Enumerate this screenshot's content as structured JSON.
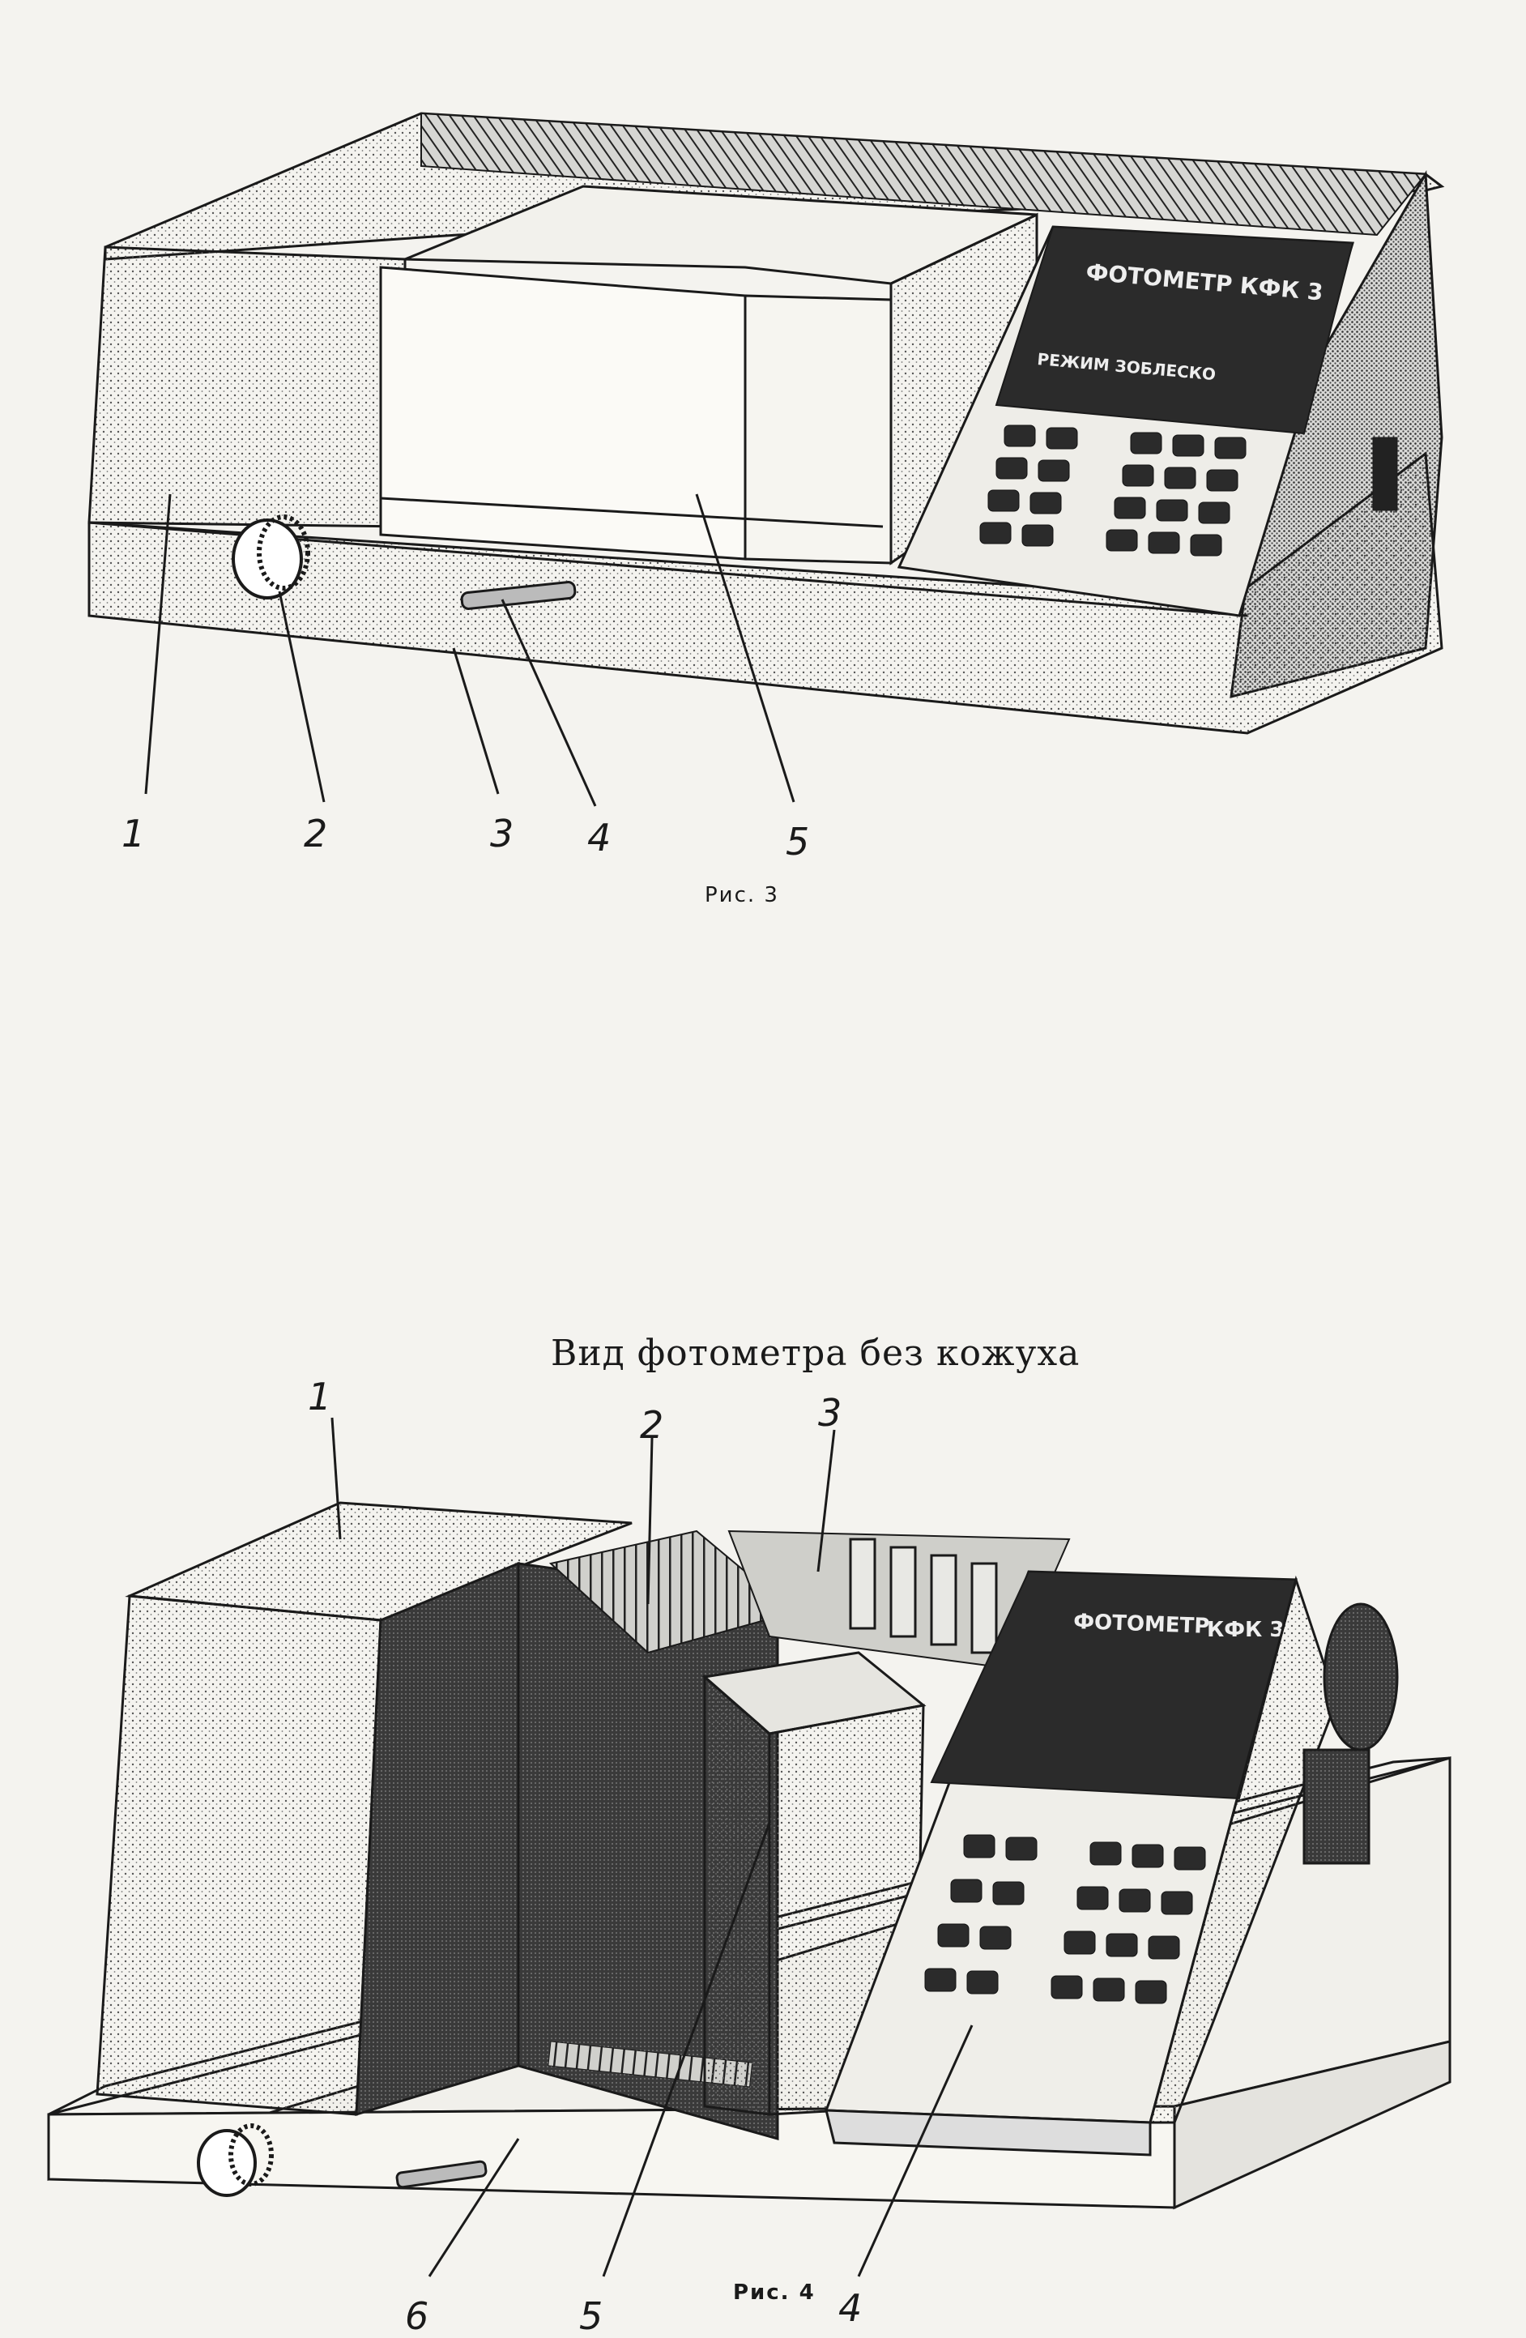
{
  "figure3": {
    "panel_brand": "ФОТОМЕТР КФК 3",
    "panel_mode": "РЕЖИМ ЗОБЛЕСКО",
    "callouts": [
      "1",
      "2",
      "3",
      "4",
      "5"
    ],
    "caption": "Рис. 3"
  },
  "figure4": {
    "heading": "Вид фотометра без кожуха",
    "panel_brand": "ФОТОМЕТР",
    "panel_model": "КФК 3",
    "callouts_top": [
      "1",
      "2",
      "3"
    ],
    "callouts_bottom": [
      "6",
      "5",
      "4"
    ],
    "caption": "Рис. 4"
  },
  "colors": {
    "ink": "#1a1a1a",
    "paper": "#f4f3ef",
    "panel": "#2b2b2b"
  }
}
